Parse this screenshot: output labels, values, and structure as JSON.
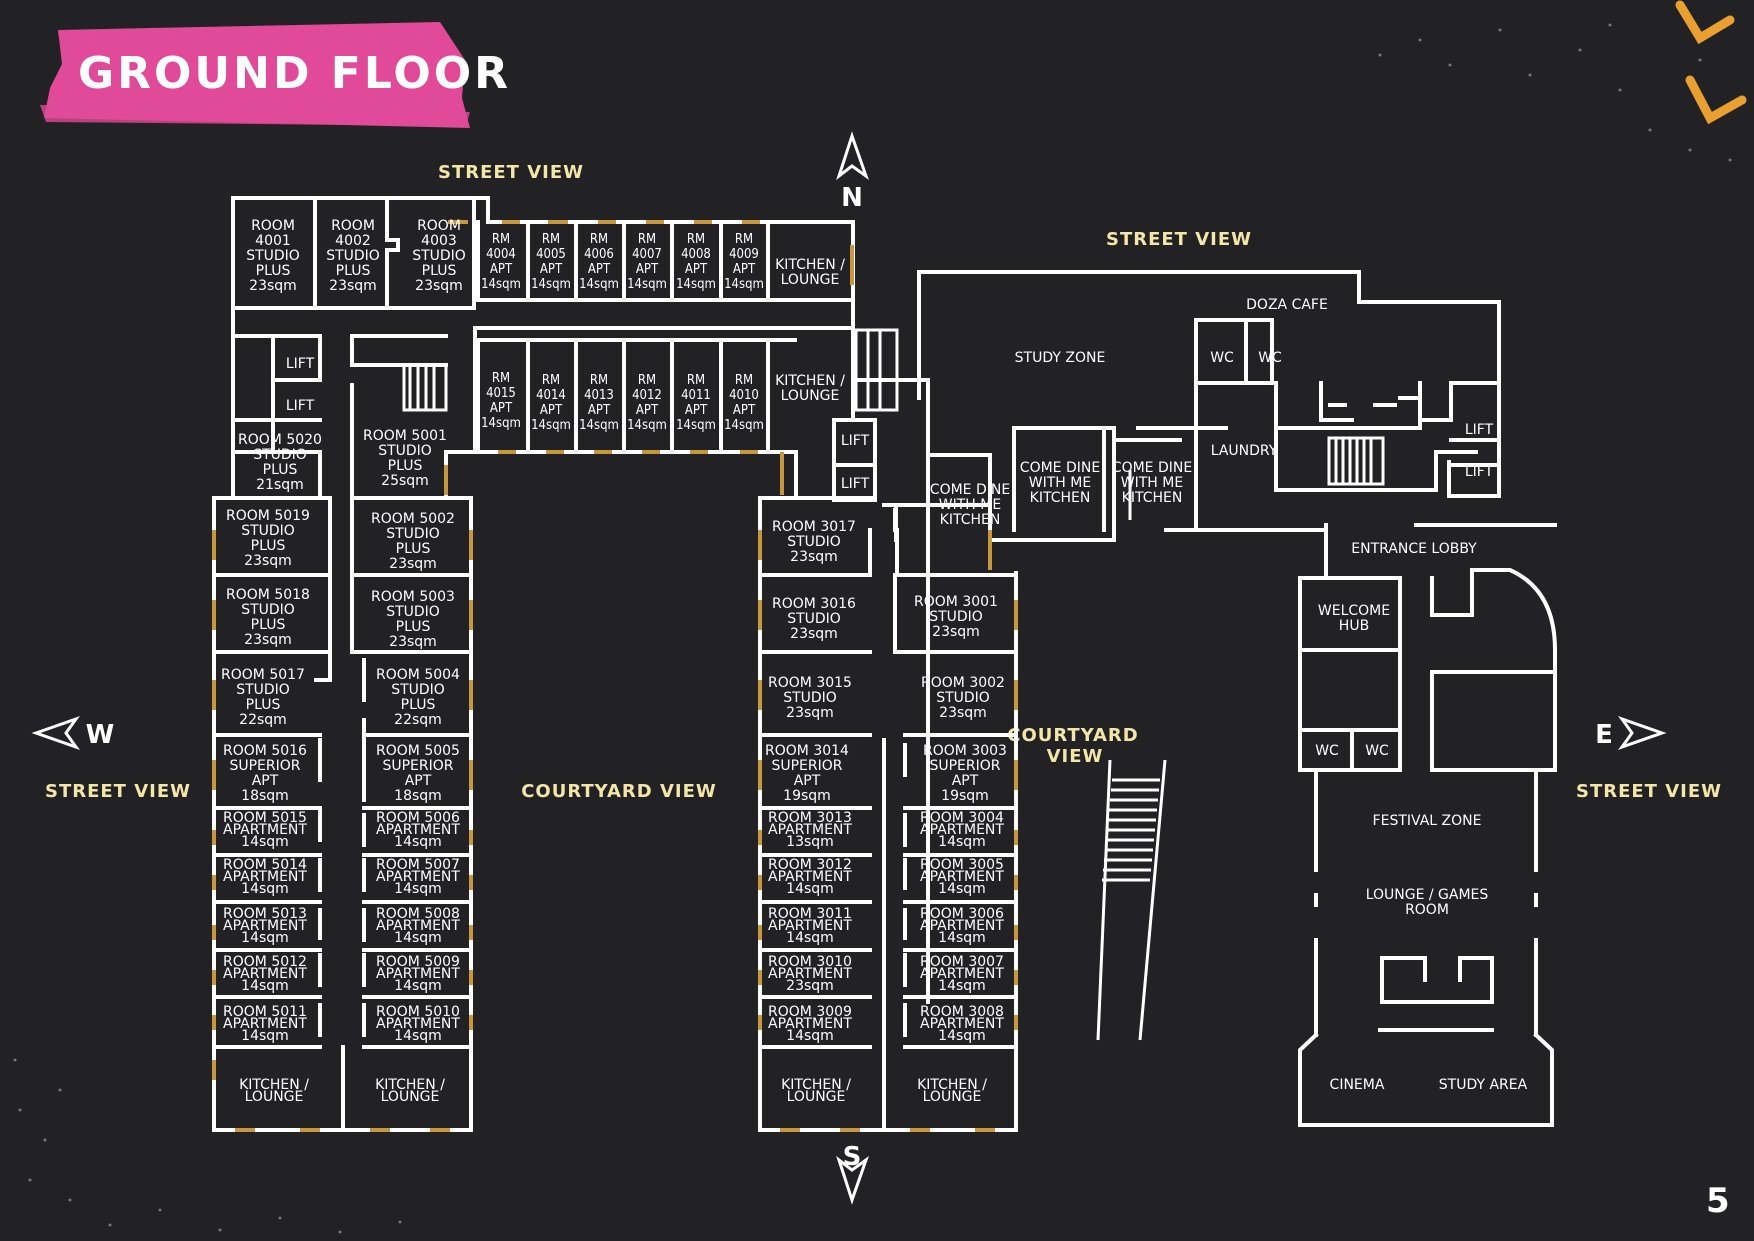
{
  "title": "GROUND FLOOR",
  "page_number": "5",
  "colors": {
    "background": "#222224",
    "brush": "#e04a98",
    "label": "#f3e6a8",
    "window": "#c8963e"
  },
  "compass": {
    "n": "N",
    "s": "S",
    "e": "E",
    "w": "W"
  },
  "views": {
    "street_top_left": "STREET VIEW",
    "street_top_right": "STREET VIEW",
    "street_left": "STREET VIEW",
    "street_right": "STREET VIEW",
    "courtyard_left": "COURTYARD VIEW",
    "courtyard_right": [
      "COURTYARD",
      "VIEW"
    ]
  },
  "rooms": {
    "r4001": [
      "ROOM",
      "4001",
      "STUDIO",
      "PLUS",
      "23sqm"
    ],
    "r4002": [
      "ROOM",
      "4002",
      "STUDIO",
      "PLUS",
      "23sqm"
    ],
    "r4003": [
      "ROOM",
      "4003",
      "STUDIO",
      "PLUS",
      "23sqm"
    ],
    "r4004": [
      "RM",
      "4004",
      "APT",
      "14sqm"
    ],
    "r4005": [
      "RM",
      "4005",
      "APT",
      "14sqm"
    ],
    "r4006": [
      "RM",
      "4006",
      "APT",
      "14sqm"
    ],
    "r4007": [
      "RM",
      "4007",
      "APT",
      "14sqm"
    ],
    "r4008": [
      "RM",
      "4008",
      "APT",
      "14sqm"
    ],
    "r4009": [
      "RM",
      "4009",
      "APT",
      "14sqm"
    ],
    "kitchen_top1": [
      "KITCHEN /",
      "LOUNGE"
    ],
    "r4015": [
      "RM",
      "4015",
      "APT",
      "14sqm"
    ],
    "r4014": [
      "RM",
      "4014",
      "APT",
      "14sqm"
    ],
    "r4013": [
      "RM",
      "4013",
      "APT",
      "14sqm"
    ],
    "r4012": [
      "RM",
      "4012",
      "APT",
      "14sqm"
    ],
    "r4011": [
      "RM",
      "4011",
      "APT",
      "14sqm"
    ],
    "r4010": [
      "RM",
      "4010",
      "APT",
      "14sqm"
    ],
    "kitchen_top2": [
      "KITCHEN /",
      "LOUNGE"
    ],
    "lift_a": [
      "LIFT"
    ],
    "lift_b": [
      "LIFT"
    ],
    "r5020": [
      "ROOM 5020",
      "STUDIO",
      "PLUS",
      "21sqm"
    ],
    "r5001": [
      "ROOM 5001",
      "STUDIO",
      "PLUS",
      "25sqm"
    ],
    "r5019": [
      "ROOM 5019",
      "STUDIO",
      "PLUS",
      "23sqm"
    ],
    "r5002": [
      "ROOM 5002",
      "STUDIO",
      "PLUS",
      "23sqm"
    ],
    "r5018": [
      "ROOM 5018",
      "STUDIO",
      "PLUS",
      "23sqm"
    ],
    "r5003": [
      "ROOM 5003",
      "STUDIO",
      "PLUS",
      "23sqm"
    ],
    "r5017": [
      "ROOM 5017",
      "STUDIO",
      "PLUS",
      "22sqm"
    ],
    "r5004": [
      "ROOM 5004",
      "STUDIO",
      "PLUS",
      "22sqm"
    ],
    "r5016": [
      "ROOM 5016",
      "SUPERIOR",
      "APT",
      "18sqm"
    ],
    "r5005": [
      "ROOM 5005",
      "SUPERIOR",
      "APT",
      "18sqm"
    ],
    "r5015": [
      "ROOM 5015",
      "APARTMENT",
      "14sqm"
    ],
    "r5006": [
      "ROOM 5006",
      "APARTMENT",
      "14sqm"
    ],
    "r5014": [
      "ROOM 5014",
      "APARTMENT",
      "14sqm"
    ],
    "r5007": [
      "ROOM 5007",
      "APARTMENT",
      "14sqm"
    ],
    "r5013": [
      "ROOM 5013",
      "APARTMENT",
      "14sqm"
    ],
    "r5008": [
      "ROOM 5008",
      "APARTMENT",
      "14sqm"
    ],
    "r5012": [
      "ROOM 5012",
      "APARTMENT",
      "14sqm"
    ],
    "r5009": [
      "ROOM 5009",
      "APARTMENT",
      "14sqm"
    ],
    "r5011": [
      "ROOM 5011",
      "APARTMENT",
      "14sqm"
    ],
    "r5010": [
      "ROOM 5010",
      "APARTMENT",
      "14sqm"
    ],
    "kitchen_w1": [
      "KITCHEN /",
      "LOUNGE"
    ],
    "kitchen_w2": [
      "KITCHEN /",
      "LOUNGE"
    ],
    "lift_c": [
      "LIFT"
    ],
    "lift_d": [
      "LIFT"
    ],
    "r3017": [
      "ROOM 3017",
      "STUDIO",
      "23sqm"
    ],
    "r3016": [
      "ROOM 3016",
      "STUDIO",
      "23sqm"
    ],
    "r3001": [
      "ROOM 3001",
      "STUDIO",
      "23sqm"
    ],
    "r3015": [
      "ROOM 3015",
      "STUDIO",
      "23sqm"
    ],
    "r3002": [
      "ROOM 3002",
      "STUDIO",
      "23sqm"
    ],
    "r3014": [
      "ROOM 3014",
      "SUPERIOR",
      "APT",
      "19sqm"
    ],
    "r3003": [
      "ROOM 3003",
      "SUPERIOR",
      "APT",
      "19sqm"
    ],
    "r3013": [
      "ROOM 3013",
      "APARTMENT",
      "13sqm"
    ],
    "r3004": [
      "ROOM 3004",
      "APARTMENT",
      "14sqm"
    ],
    "r3012": [
      "ROOM 3012",
      "APARTMENT",
      "14sqm"
    ],
    "r3005": [
      "ROOM 3005",
      "APARTMENT",
      "14sqm"
    ],
    "r3011": [
      "ROOM 3011",
      "APARTMENT",
      "14sqm"
    ],
    "r3006": [
      "ROOM 3006",
      "APARTMENT",
      "14sqm"
    ],
    "r3010": [
      "ROOM 3010",
      "APARTMENT",
      "23sqm"
    ],
    "r3007": [
      "ROOM 3007",
      "APARTMENT",
      "14sqm"
    ],
    "r3009": [
      "ROOM 3009",
      "APARTMENT",
      "14sqm"
    ],
    "r3008": [
      "ROOM 3008",
      "APARTMENT",
      "14sqm"
    ],
    "kitchen_e1": [
      "KITCHEN /",
      "LOUNGE"
    ],
    "kitchen_e2": [
      "KITCHEN /",
      "LOUNGE"
    ],
    "come_dine_1": [
      "COME DINE",
      "WITH ME",
      "KITCHEN"
    ],
    "come_dine_2": [
      "COME DINE",
      "WITH ME",
      "KITCHEN"
    ],
    "come_dine_3": [
      "COME DINE",
      "WITH ME",
      "KITCHEN"
    ],
    "study_zone": [
      "STUDY ZONE"
    ],
    "doza_cafe": [
      "DOZA CAFE"
    ],
    "wc_1": [
      "WC"
    ],
    "wc_2": [
      "WC"
    ],
    "laundry": [
      "LAUNDRY"
    ],
    "lift_e": [
      "LIFT"
    ],
    "lift_f": [
      "LIFT"
    ],
    "entrance_lobby": [
      "ENTRANCE LOBBY"
    ],
    "welcome_hub": [
      "WELCOME",
      "HUB"
    ],
    "wc_3": [
      "WC"
    ],
    "wc_4": [
      "WC"
    ],
    "festival_zone": [
      "FESTIVAL ZONE"
    ],
    "lounge_games": [
      "LOUNGE / GAMES",
      "ROOM"
    ],
    "cinema": [
      "CINEMA"
    ],
    "study_area": [
      "STUDY AREA"
    ]
  }
}
